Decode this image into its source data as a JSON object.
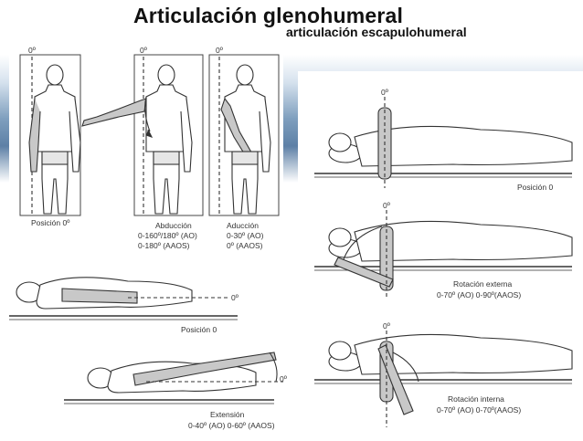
{
  "header": {
    "title": "Articulación glenohumeral",
    "subtitle": "articulación escapulohumeral"
  },
  "figures": {
    "standing": {
      "zero_a": "0º",
      "zero_b": "0º",
      "zero_c": "0º",
      "pos0": "Posición 0º",
      "abd_title": "Abducción",
      "abd_l1": "0-160º/180º (AO)",
      "abd_l2": "0-180º (AAOS)",
      "add_title": "Aducción",
      "add_l1": "0-30º (AO)",
      "add_l2": "0º (AAOS)"
    },
    "prone": {
      "zero_a": "0º",
      "zero_b": "0º",
      "pos0": "Posición 0",
      "ext_title": "Extensión",
      "ext_l1": "0-40º (AO) 0-60º (AAOS)"
    },
    "supine": {
      "zero_a": "0º",
      "zero_b": "0º",
      "zero_c": "0º",
      "pos0": "Posición 0",
      "ext_rot_title": "Rotación externa",
      "ext_rot_l1": "0-70º (AO) 0-90º(AAOS)",
      "int_rot_title": "Rotación interna",
      "int_rot_l1": "0-70º (AO) 0-70º(AAOS)"
    }
  },
  "colors": {
    "band_dark": "#5d80a6",
    "line": "#333333",
    "shade": "#b9b9b9"
  }
}
